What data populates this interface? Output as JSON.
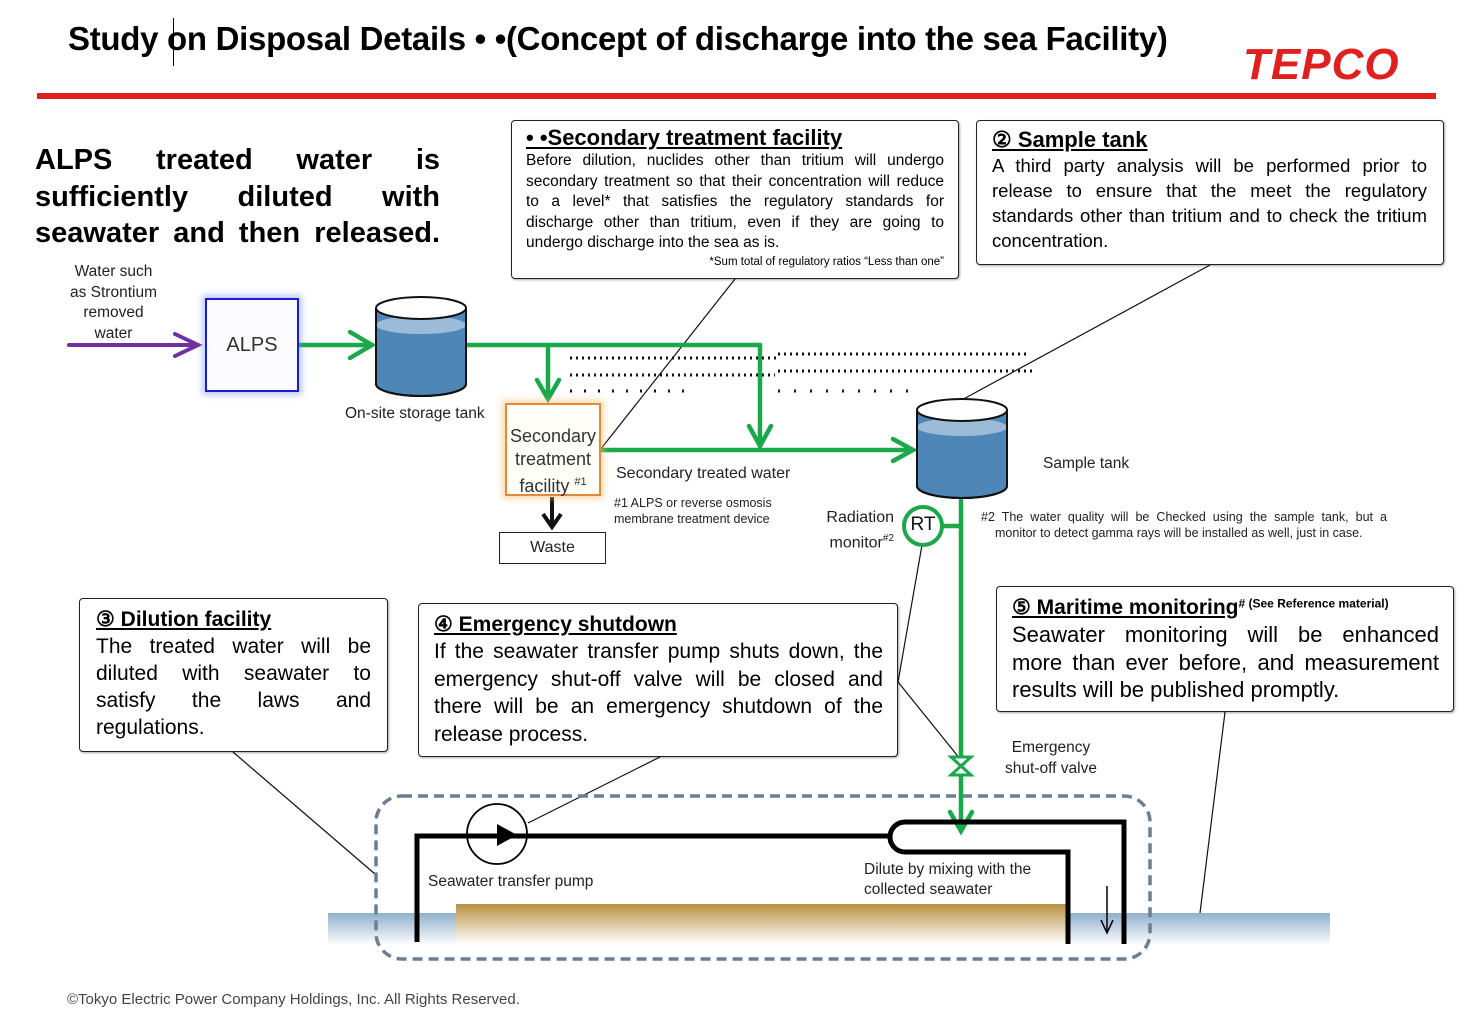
{
  "header": {
    "title": "Study on Disposal Details •  •(Concept of discharge into the sea Facility)",
    "logo_text": "TEPCO",
    "accent_color": "#e0201f"
  },
  "lead_text": "ALPS treated water is sufficiently diluted with seawater and then released.",
  "callouts": {
    "secondary": {
      "heading": "•  •Secondary treatment  facility",
      "body": "Before dilution, nuclides other than tritium will undergo secondary treatment so that their concentration will reduce to a level* that satisfies the regulatory standards for discharge other than tritium, even if they are going to undergo discharge into the sea as is.",
      "note": "*Sum total of regulatory ratios “Less than one”"
    },
    "sample": {
      "heading": "② Sample tank",
      "body": "A third party analysis will be performed prior to release to ensure that the meet the regulatory standards other than tritium and to check the tritium concentration."
    },
    "dilution": {
      "heading": "③ Dilution facility",
      "body": "The treated water will be diluted with seawater to satisfy the laws and regulations."
    },
    "emergency": {
      "heading": "④ Emergency shutdown",
      "body": "If the seawater transfer pump shuts down, the emergency shut-off valve will be closed and there will be an emergency shutdown of the release process."
    },
    "maritime": {
      "heading": "⑤ Maritime monitoring",
      "heading_sup": "# (See Reference material)",
      "body": "Seawater monitoring will be enhanced more than ever before, and measurement results will be published promptly."
    }
  },
  "diagram": {
    "input_label": "Water such as Strontium removed water",
    "alps_label": "ALPS",
    "storage_tank_label": "On-site storage tank",
    "secondary_facility_label": "Secondary treatment facility",
    "secondary_facility_sup": "#1",
    "waste_label": "Waste",
    "secondary_water_label": "Secondary treated water",
    "footnote1": "#1 ALPS or reverse osmosis membrane treatment device",
    "sample_tank_label": "Sample tank",
    "radiation_monitor_label": "Radiation monitor",
    "radiation_monitor_sup": "#2",
    "rt_label": "RT",
    "footnote2": "#2 The water quality will be Checked using the sample tank, but a monitor to detect gamma rays will be installed as well, just in case.",
    "valve_label": "Emergency shut-off valve",
    "pump_label": "Seawater transfer pump",
    "dilute_label": "Dilute by mixing with the collected seawater",
    "colors": {
      "flow_green": "#1aa84a",
      "input_purple": "#7030a0",
      "water_blue": "#4f86b8",
      "water_top": "#9bbbd8",
      "sea_blue": "#9bb8d0",
      "ground": "#b8913f",
      "dashed_border": "#6c7f90"
    }
  },
  "footer": "©Tokyo Electric Power Company Holdings, Inc.  All Rights Reserved."
}
